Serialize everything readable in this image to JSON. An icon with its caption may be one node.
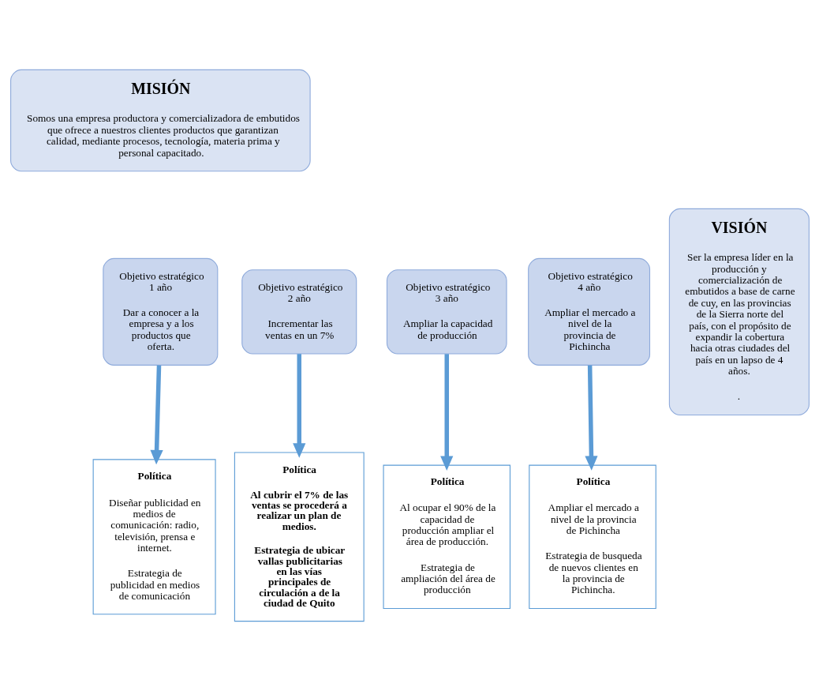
{
  "diagram": {
    "nodes": [
      {
        "text": [
          "MISIÓN",
          "Somos una empresa productora y comercializadora de embutidos que ofrece a nuestros clientes productos que garantizan calidad, mediante procesos, tecnología, materia prima y personal capacitado."
        ]
      },
      {
        "text": [
          "Objetivo estratégico 1 año",
          "Dar a conocer a la empresa y a los productos que oferta."
        ]
      },
      {
        "text": [
          "Objetivo estratégico 2 año",
          "Incrementar las ventas en un 7%"
        ]
      },
      {
        "text": [
          "Objetivo estratégico 3 año",
          "Ampliar la capacidad de producción"
        ]
      },
      {
        "text": [
          "Objetivo estratégico 4 año",
          "Ampliar el mercado a nivel de la provincia de Pichincha"
        ]
      },
      {
        "text": [
          "Política",
          "Diseñar publicidad en medios de comunicación: radio, televisión, prensa e internet.",
          "Estrategia de publicidad en medios de comunicación"
        ]
      },
      {
        "text": [
          "Política",
          "Al cubrir el 7% de las ventas se procederá a realizar un plan de medios.",
          "Estrategia de ubicar vallas publicitarias en las vías principales de circulación a de la ciudad de Quito"
        ]
      },
      {
        "text": [
          "Política",
          "Al ocupar el 90% de la capacidad de producción ampliar el área de producción.",
          "Estrategia de ampliación del área de producción"
        ]
      },
      {
        "text": [
          "Política",
          "Ampliar el mercado a nivel de la provincia de Pichincha",
          "Estrategia de busqueda de nuevos clientes en la provincia de Pichincha."
        ]
      },
      {
        "text": [
          "VISIÓN",
          "Ser la empresa líder en la producción y comercialización de embutidos a base de carne de cuy, en las provincias de la Sierra norte del país, con el propósito de expandir la cobertura hacia otras ciudades del país en un lapso de 4 años.",
          "."
        ]
      }
    ],
    "edges": [
      {
        "from": 1,
        "to": 5,
        "arrow": "to"
      },
      {
        "from": 2,
        "to": 6,
        "arrow": "to"
      },
      {
        "from": 3,
        "to": 7,
        "arrow": "to"
      },
      {
        "from": 4,
        "to": 8,
        "arrow": "to"
      }
    ]
  }
}
